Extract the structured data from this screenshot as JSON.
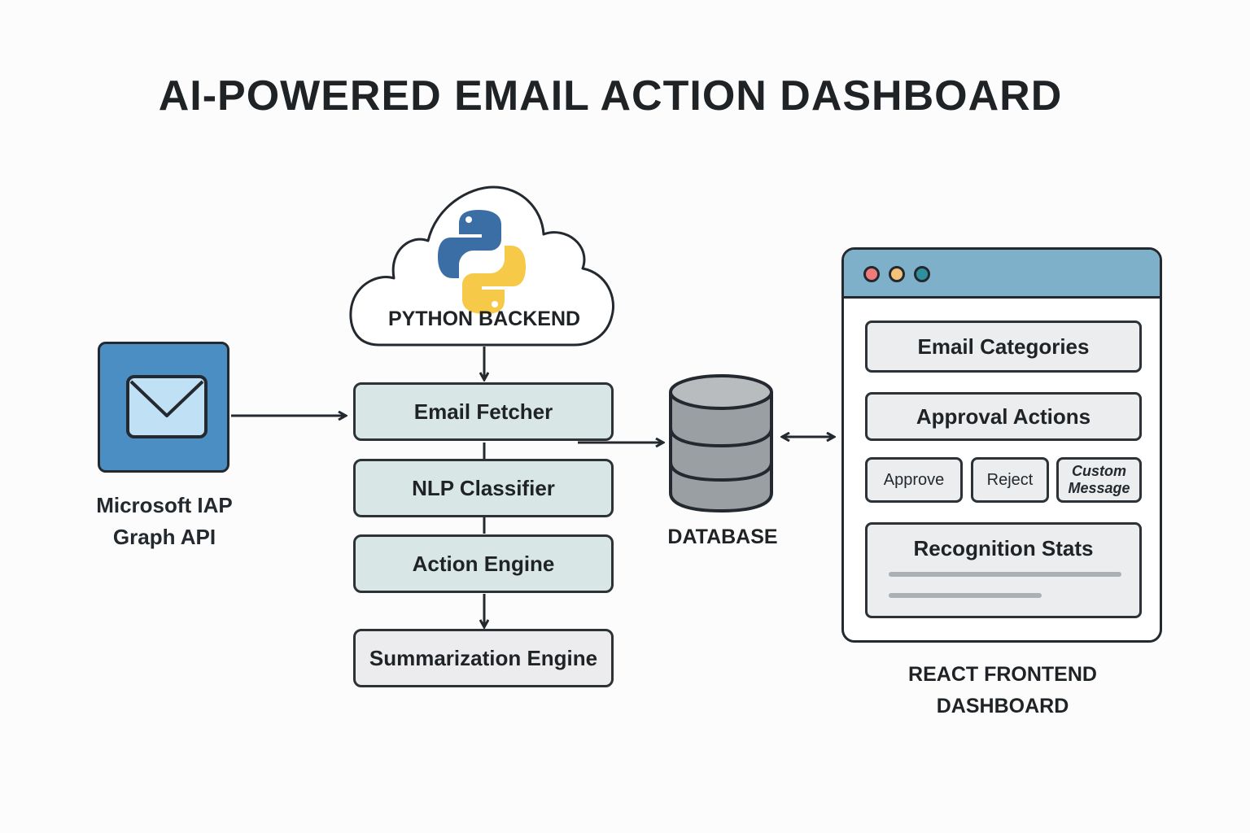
{
  "title": "AI-POWERED EMAIL ACTION DASHBOARD",
  "source": {
    "label": "Microsoft IAP\nGraph API",
    "icon": "envelope-icon",
    "tile_color": "#4a8ec4"
  },
  "backend": {
    "label": "PYTHON BACKEND",
    "icon": "python-logo-icon",
    "modules": [
      "Email Fetcher",
      "NLP Classifier",
      "Action Engine",
      "Summarization Engine"
    ]
  },
  "database": {
    "label": "DATABASE",
    "icon": "database-cylinder-icon"
  },
  "frontend": {
    "label": "REACT FRONTEND\nDASHBOARD",
    "titlebar_color": "#7fb0c9",
    "window_dots": [
      "#ef7b7b",
      "#f3c27a",
      "#2f8f9d"
    ],
    "panels": {
      "categories": "Email Categories",
      "approval": "Approval Actions",
      "approve": "Approve",
      "reject": "Reject",
      "custom": "Custom\nMessage",
      "stats": "Recognition Stats"
    }
  },
  "colors": {
    "module_fill": "#d8e6e6",
    "module_last_fill": "#ececee",
    "outline": "#23292e"
  }
}
